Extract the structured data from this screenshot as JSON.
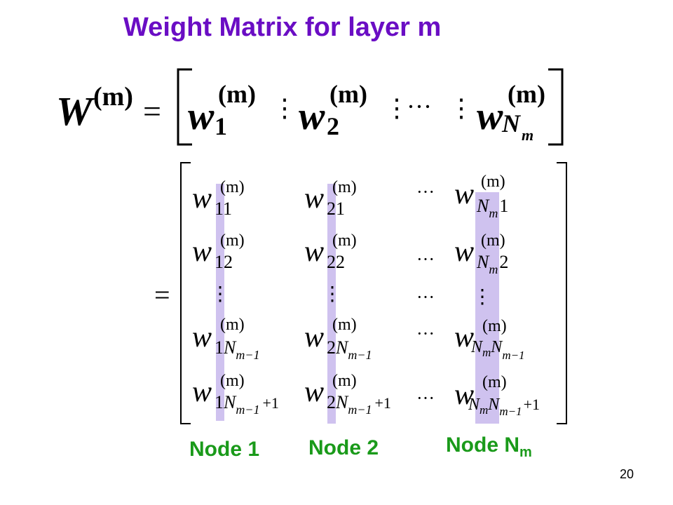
{
  "slide": {
    "title": "Weight Matrix for layer m",
    "page_number": "20"
  },
  "equation": {
    "lhs_symbol": "W",
    "superscript": "(m)",
    "equals": "=",
    "vector_symbol": "w",
    "column_subscripts": [
      "1",
      "2",
      "N"
    ],
    "column_subscript_sub": "m",
    "hdots": "···",
    "vdots": "⋮"
  },
  "matrix": {
    "entry_symbol": "w",
    "entry_superscript": "(m)",
    "rows": [
      {
        "c1": {
          "i": "1",
          "j": "1"
        },
        "c2": {
          "i": "2",
          "j": "1"
        },
        "c3": {
          "i": "N",
          "isub": "m",
          "j": "1"
        }
      },
      {
        "c1": {
          "i": "1",
          "j": "2"
        },
        "c2": {
          "i": "2",
          "j": "2"
        },
        "c3": {
          "i": "N",
          "isub": "m",
          "j": "2"
        }
      },
      {
        "c1": {
          "i": "1",
          "j": "N",
          "jsub": "m−1"
        },
        "c2": {
          "i": "2",
          "j": "N",
          "jsub": "m−1"
        },
        "c3": {
          "i": "N",
          "isub": "m",
          "j": "N",
          "jsub": "m−1"
        }
      },
      {
        "c1": {
          "i": "1",
          "j": "N",
          "jsub": "m−1",
          "jplus": "+1"
        },
        "c2": {
          "i": "2",
          "j": "N",
          "jsub": "m−1",
          "jplus": "+1"
        },
        "c3": {
          "i": "N",
          "isub": "m",
          "j": "N",
          "jsub": "m−1",
          "jplus": "+1"
        }
      }
    ]
  },
  "nodes": {
    "node1": "Node 1",
    "node2": "Node 2",
    "nodeN": "Node N",
    "nodeN_sub": "m"
  },
  "colors": {
    "title": "#6a0dc4",
    "node_label": "#1a9a1a",
    "highlight": "#cfc2ef"
  }
}
